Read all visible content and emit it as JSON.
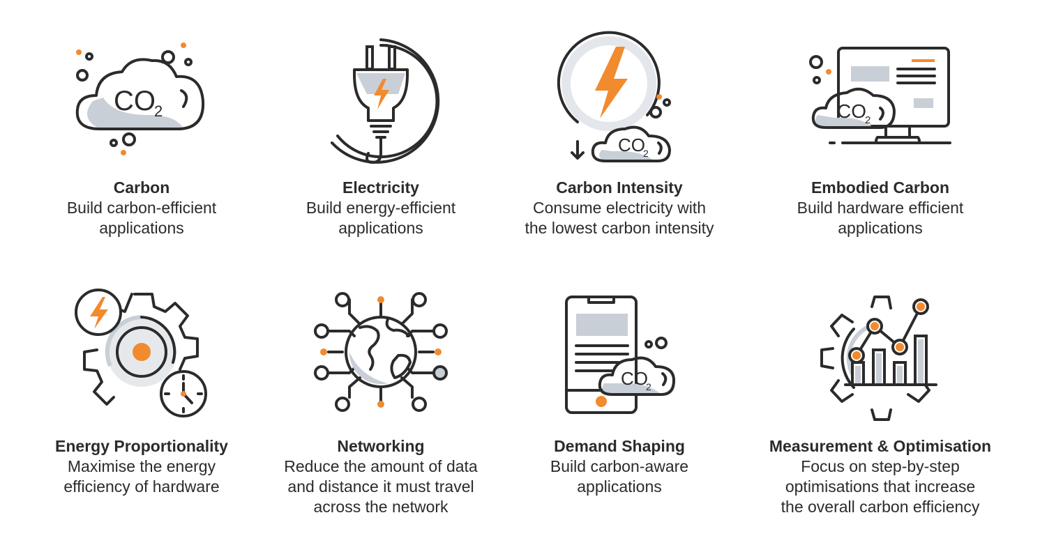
{
  "colors": {
    "accent": "#f28a2e",
    "ink": "#2b2b2b",
    "muted": "#c9cfd6"
  },
  "co2": {
    "main": "CO",
    "sub": "2"
  },
  "principles": [
    {
      "title": "Carbon",
      "lines": [
        "Build carbon-efficient",
        "applications"
      ],
      "icon": "co2-cloud-icon"
    },
    {
      "title": "Electricity",
      "lines": [
        "Build energy-efficient",
        "applications"
      ],
      "icon": "power-plug-icon"
    },
    {
      "title": "Carbon Intensity",
      "lines": [
        "Consume electricity with",
        "the lowest carbon intensity"
      ],
      "icon": "lightning-co2-icon"
    },
    {
      "title": "Embodied Carbon",
      "lines": [
        "Build hardware efficient",
        "applications"
      ],
      "icon": "monitor-co2-icon"
    },
    {
      "title": "Energy Proportionality",
      "lines": [
        "Maximise the energy",
        "efficiency of hardware"
      ],
      "icon": "gear-clock-icon"
    },
    {
      "title": "Networking",
      "lines": [
        "Reduce the amount of data",
        "and distance it must travel",
        "across the network"
      ],
      "icon": "globe-network-icon"
    },
    {
      "title": "Demand Shaping",
      "lines": [
        "Build carbon-aware",
        "applications"
      ],
      "icon": "phone-co2-icon"
    },
    {
      "title": "Measurement & Optimisation",
      "lines": [
        "Focus on step-by-step",
        "optimisations that increase",
        "the overall carbon efficiency"
      ],
      "icon": "gear-chart-icon"
    }
  ]
}
